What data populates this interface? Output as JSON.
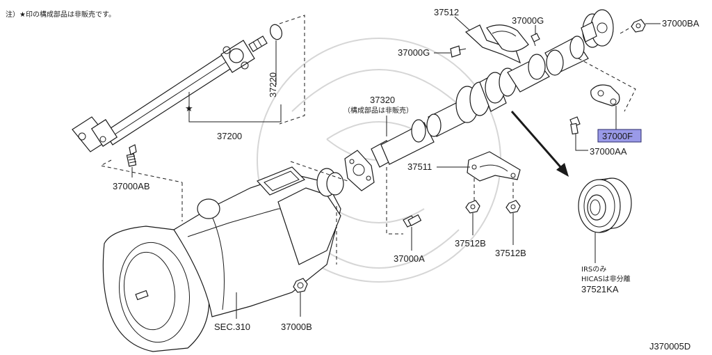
{
  "note": "注）★印の構成部品は非販売です。",
  "diagram_id": "J370005D",
  "labels": {
    "p37512": "37512",
    "p37000G_top": "37000G",
    "p37000G_left": "37000G",
    "p37000BA": "37000BA",
    "p37220": "37220",
    "p37320": "37320",
    "p37320_sub": "（構成部品は非販売）",
    "p37200": "37200",
    "p37000F": "37000F",
    "p37000AA": "37000AA",
    "p37511": "37511",
    "p37000AB": "37000AB",
    "p37000A": "37000A",
    "p37512B_a": "37512B",
    "p37512B_b": "37512B",
    "sec310": "SEC.310",
    "p37000B": "37000B",
    "irs_line1": "IRSのみ",
    "irs_line2": "HICASは非分離",
    "p37521KA": "37521KA"
  },
  "colors": {
    "highlight": "#9a9ae8",
    "ink": "#1a1a1a"
  }
}
